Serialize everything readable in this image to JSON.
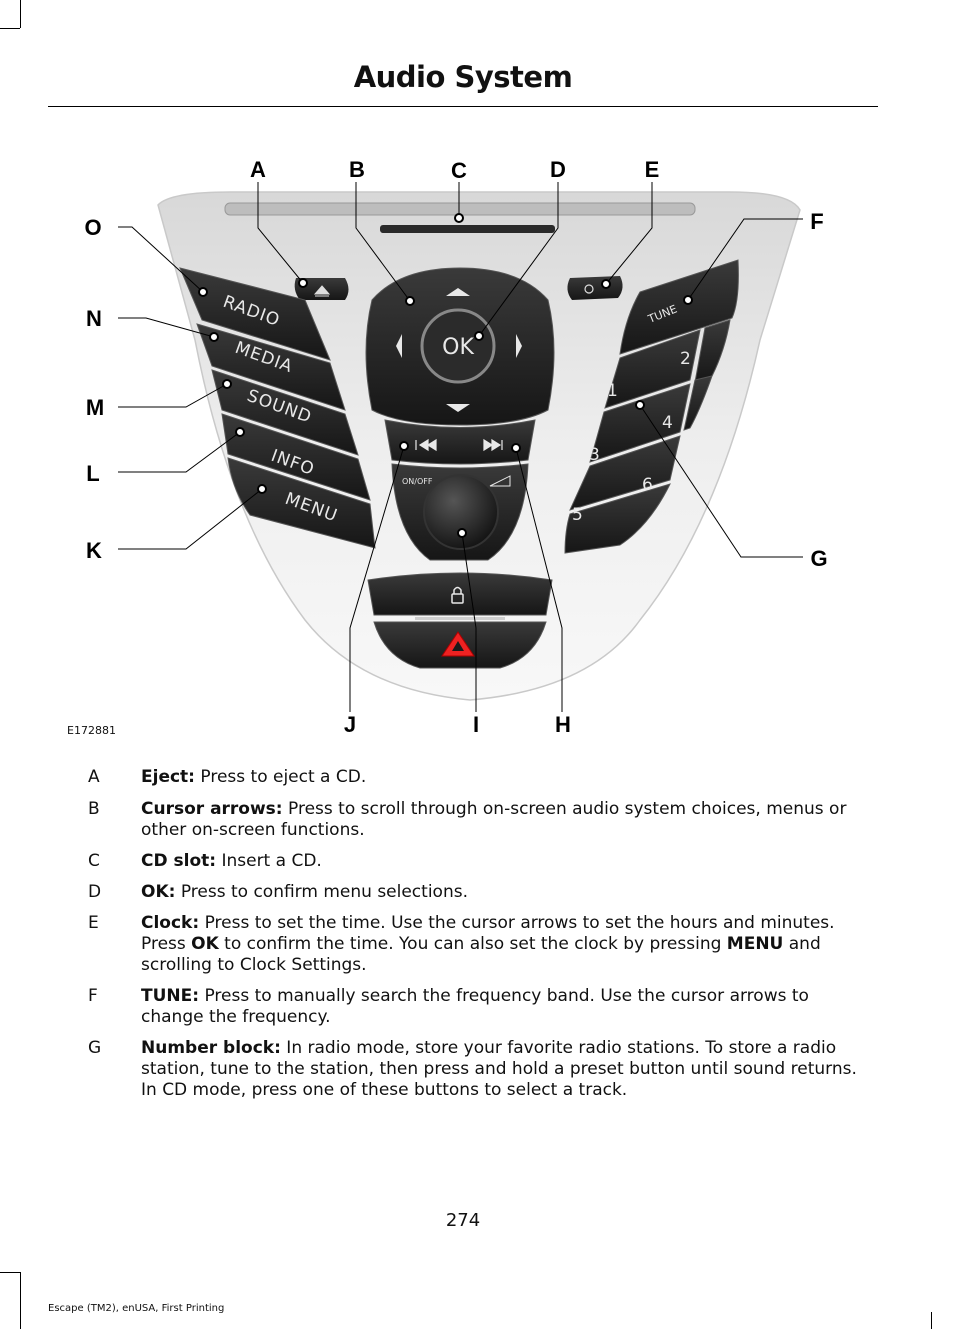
{
  "header": {
    "title": "Audio System"
  },
  "figure": {
    "id": "E172881",
    "callouts": [
      "A",
      "B",
      "C",
      "D",
      "E",
      "F",
      "G",
      "H",
      "I",
      "J",
      "K",
      "L",
      "M",
      "N",
      "O"
    ],
    "buttons": {
      "radio": "RADIO",
      "media": "MEDIA",
      "sound": "SOUND",
      "info": "INFO",
      "menu": "MENU",
      "ok": "OK",
      "onoff": "ON/OFF",
      "tune": "TUNE",
      "presets": [
        "1",
        "2",
        "3",
        "4",
        "5",
        "6"
      ]
    }
  },
  "legend": [
    {
      "letter": "A",
      "term": "Eject:",
      "text": " Press to eject a CD."
    },
    {
      "letter": "B",
      "term": "Cursor arrows:",
      "text": " Press to scroll through on-screen audio system choices, menus or other on-screen functions."
    },
    {
      "letter": "C",
      "term": "CD slot:",
      "text": " Insert a CD."
    },
    {
      "letter": "D",
      "term": "OK:",
      "text": " Press to confirm menu selections."
    },
    {
      "letter": "E",
      "term": "Clock:",
      "text1": " Press to set the time. Use the cursor arrows to set the hours and minutes. Press ",
      "bold1": "OK",
      "text2": " to confirm the time. You can also set the clock by pressing ",
      "bold2": "MENU",
      "text3": " and scrolling to Clock Settings."
    },
    {
      "letter": "F",
      "term": "TUNE:",
      "text": " Press to manually search the frequency band. Use the cursor arrows to change the frequency."
    },
    {
      "letter": "G",
      "term": "Number block:",
      "text": " In radio mode, store your favorite radio stations. To store a radio station, tune to the station, then press and hold a preset button until sound returns. In CD mode, press one of these buttons to select a track."
    }
  ],
  "page_number": "274",
  "footer": "Escape (TM2), enUSA, First Printing"
}
